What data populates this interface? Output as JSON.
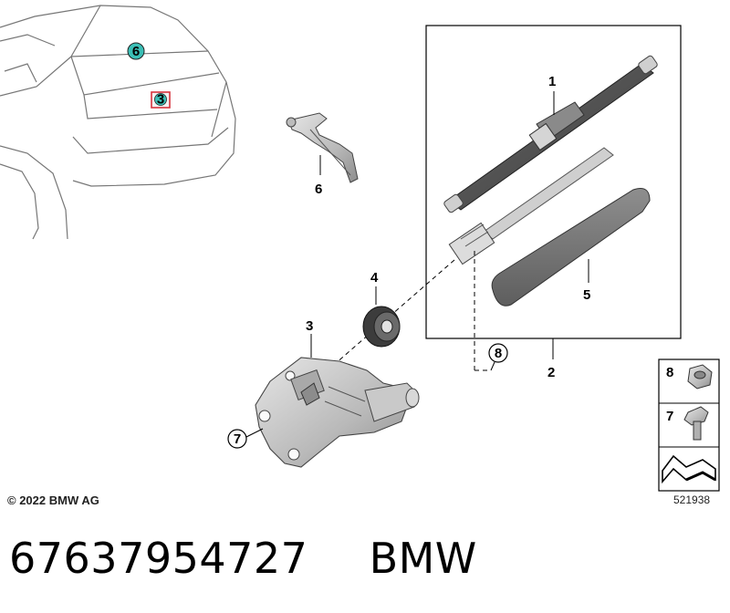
{
  "callouts": {
    "c1": "1",
    "c2": "2",
    "c3": "3",
    "c4": "4",
    "c5": "5",
    "c6": "6",
    "c7": "7",
    "c8": "8",
    "car_6": "6",
    "car_3": "3",
    "box_8": "8",
    "box_7": "7"
  },
  "colors": {
    "teal_marker": "#3bbfb6",
    "red_marker": "#d6333d"
  },
  "footer": {
    "copyright": "© 2022 BMW AG",
    "diagram_number": "521938"
  },
  "part": {
    "number": "67637954727",
    "brand": "BMW"
  }
}
